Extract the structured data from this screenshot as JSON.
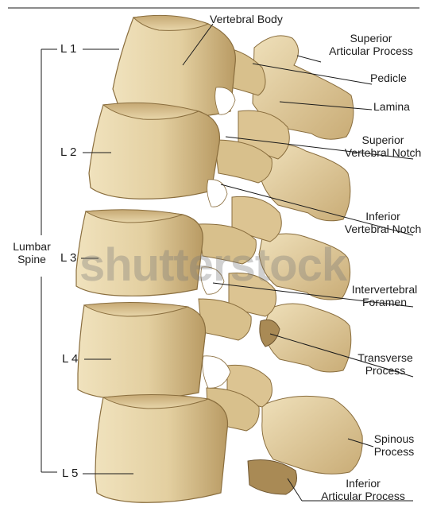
{
  "watermark": "shutterstock",
  "levels": {
    "l1": "L 1",
    "l2": "L 2",
    "l3": "L 3",
    "l4": "L 4",
    "l5": "L 5"
  },
  "region": {
    "line1": "Lumbar",
    "line2": "Spine"
  },
  "labels": {
    "vertebral_body": "Vertebral Body",
    "superior_articular_process": {
      "line1": "Superior",
      "line2": "Articular Process"
    },
    "pedicle": "Pedicle",
    "lamina": "Lamina",
    "superior_vertebral_notch": {
      "line1": "Superior",
      "line2": "Vertebral Notch"
    },
    "inferior_vertebral_notch": {
      "line1": "Inferior",
      "line2": "Vertebral Notch"
    },
    "intervertebral_foramen": {
      "line1": "Intervertebral",
      "line2": "Foramen"
    },
    "transverse_process": {
      "line1": "Transverse",
      "line2": "Process"
    },
    "spinous_process": {
      "line1": "Spinous",
      "line2": "Process"
    },
    "inferior_articular_process": {
      "line1": "Inferior",
      "line2": "Articular Process"
    }
  },
  "colors": {
    "bone": "#e3cfa0",
    "bone_shadow": "#b99b64",
    "bone_dark": "#8a6e3e",
    "line": "#1a1a1a"
  }
}
